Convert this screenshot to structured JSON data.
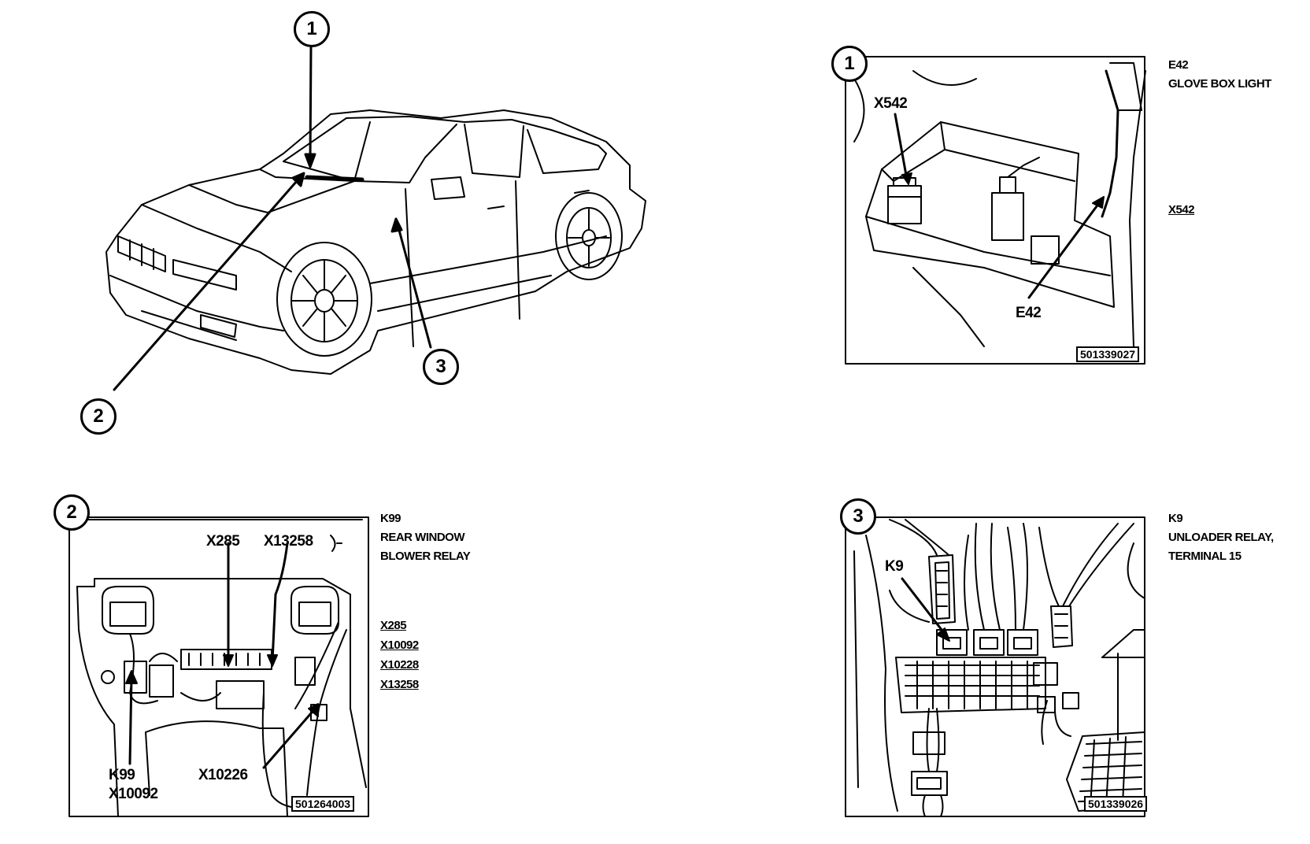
{
  "callouts": {
    "c1": "1",
    "c2": "2",
    "c3": "3"
  },
  "panel1": {
    "number": "1",
    "ref": "501339027",
    "component_code": "E42",
    "component_name": "GLOVE BOX LIGHT",
    "connector": "X542",
    "img_label_x542": "X542",
    "img_label_e42": "E42"
  },
  "panel2": {
    "number": "2",
    "ref": "501264003",
    "component_code": "K99",
    "component_name_line1": "REAR WINDOW",
    "component_name_line2": "BLOWER RELAY",
    "connectors": [
      "X285",
      "X10092",
      "X10228",
      "X13258"
    ],
    "img_label_x285": "X285",
    "img_label_x13258": "X13258",
    "img_label_k99": "K99",
    "img_label_x10092": "X10092",
    "img_label_x10226": "X10226"
  },
  "panel3": {
    "number": "3",
    "ref": "501339026",
    "component_code": "K9",
    "component_name_line1": "UNLOADER RELAY,",
    "component_name_line2": "TERMINAL 15",
    "img_label_k9": "K9"
  }
}
